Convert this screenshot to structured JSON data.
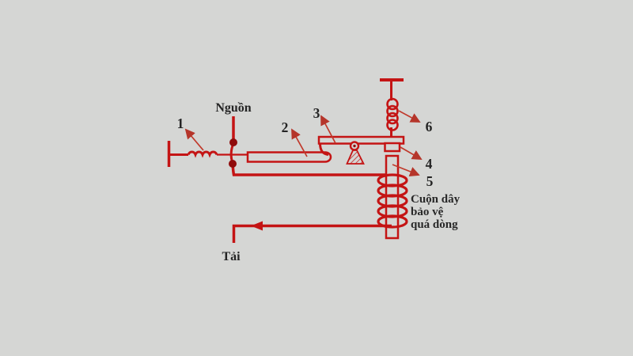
{
  "colors": {
    "background": "#d5d6d4",
    "diagram_line": "#c41414",
    "leader_arrow": "#c0392b",
    "junction_dot": "#8f0b0b",
    "label_text": "#242424"
  },
  "labels": {
    "source": "Nguồn",
    "load": "Tải",
    "coil_caption": [
      "Cuộn dây",
      "bảo vệ",
      "quá dòng"
    ],
    "callouts": [
      "1",
      "2",
      "3",
      "4",
      "5",
      "6"
    ]
  }
}
